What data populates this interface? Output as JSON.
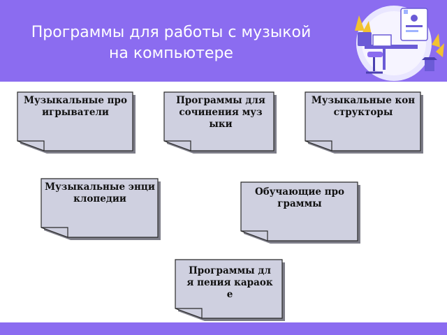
{
  "slide": {
    "title_line1": "Программы для работы с музыкой",
    "title_line2": "на компьютере"
  },
  "colors": {
    "header": "#8b6cf0",
    "card_fill": "#cfd0e0",
    "card_stroke": "#2a2a2a",
    "card_shadow": "#7d7d88"
  },
  "cards": [
    {
      "text": "Музыкальные проигрыватели"
    },
    {
      "text": "Программы для сочинения музыки"
    },
    {
      "text": "Музыкальные конструкторы"
    },
    {
      "text": "Музыкальные энциклопедии"
    },
    {
      "text": "Обучающие программы"
    },
    {
      "text": "Программы для пения караоке"
    }
  ]
}
